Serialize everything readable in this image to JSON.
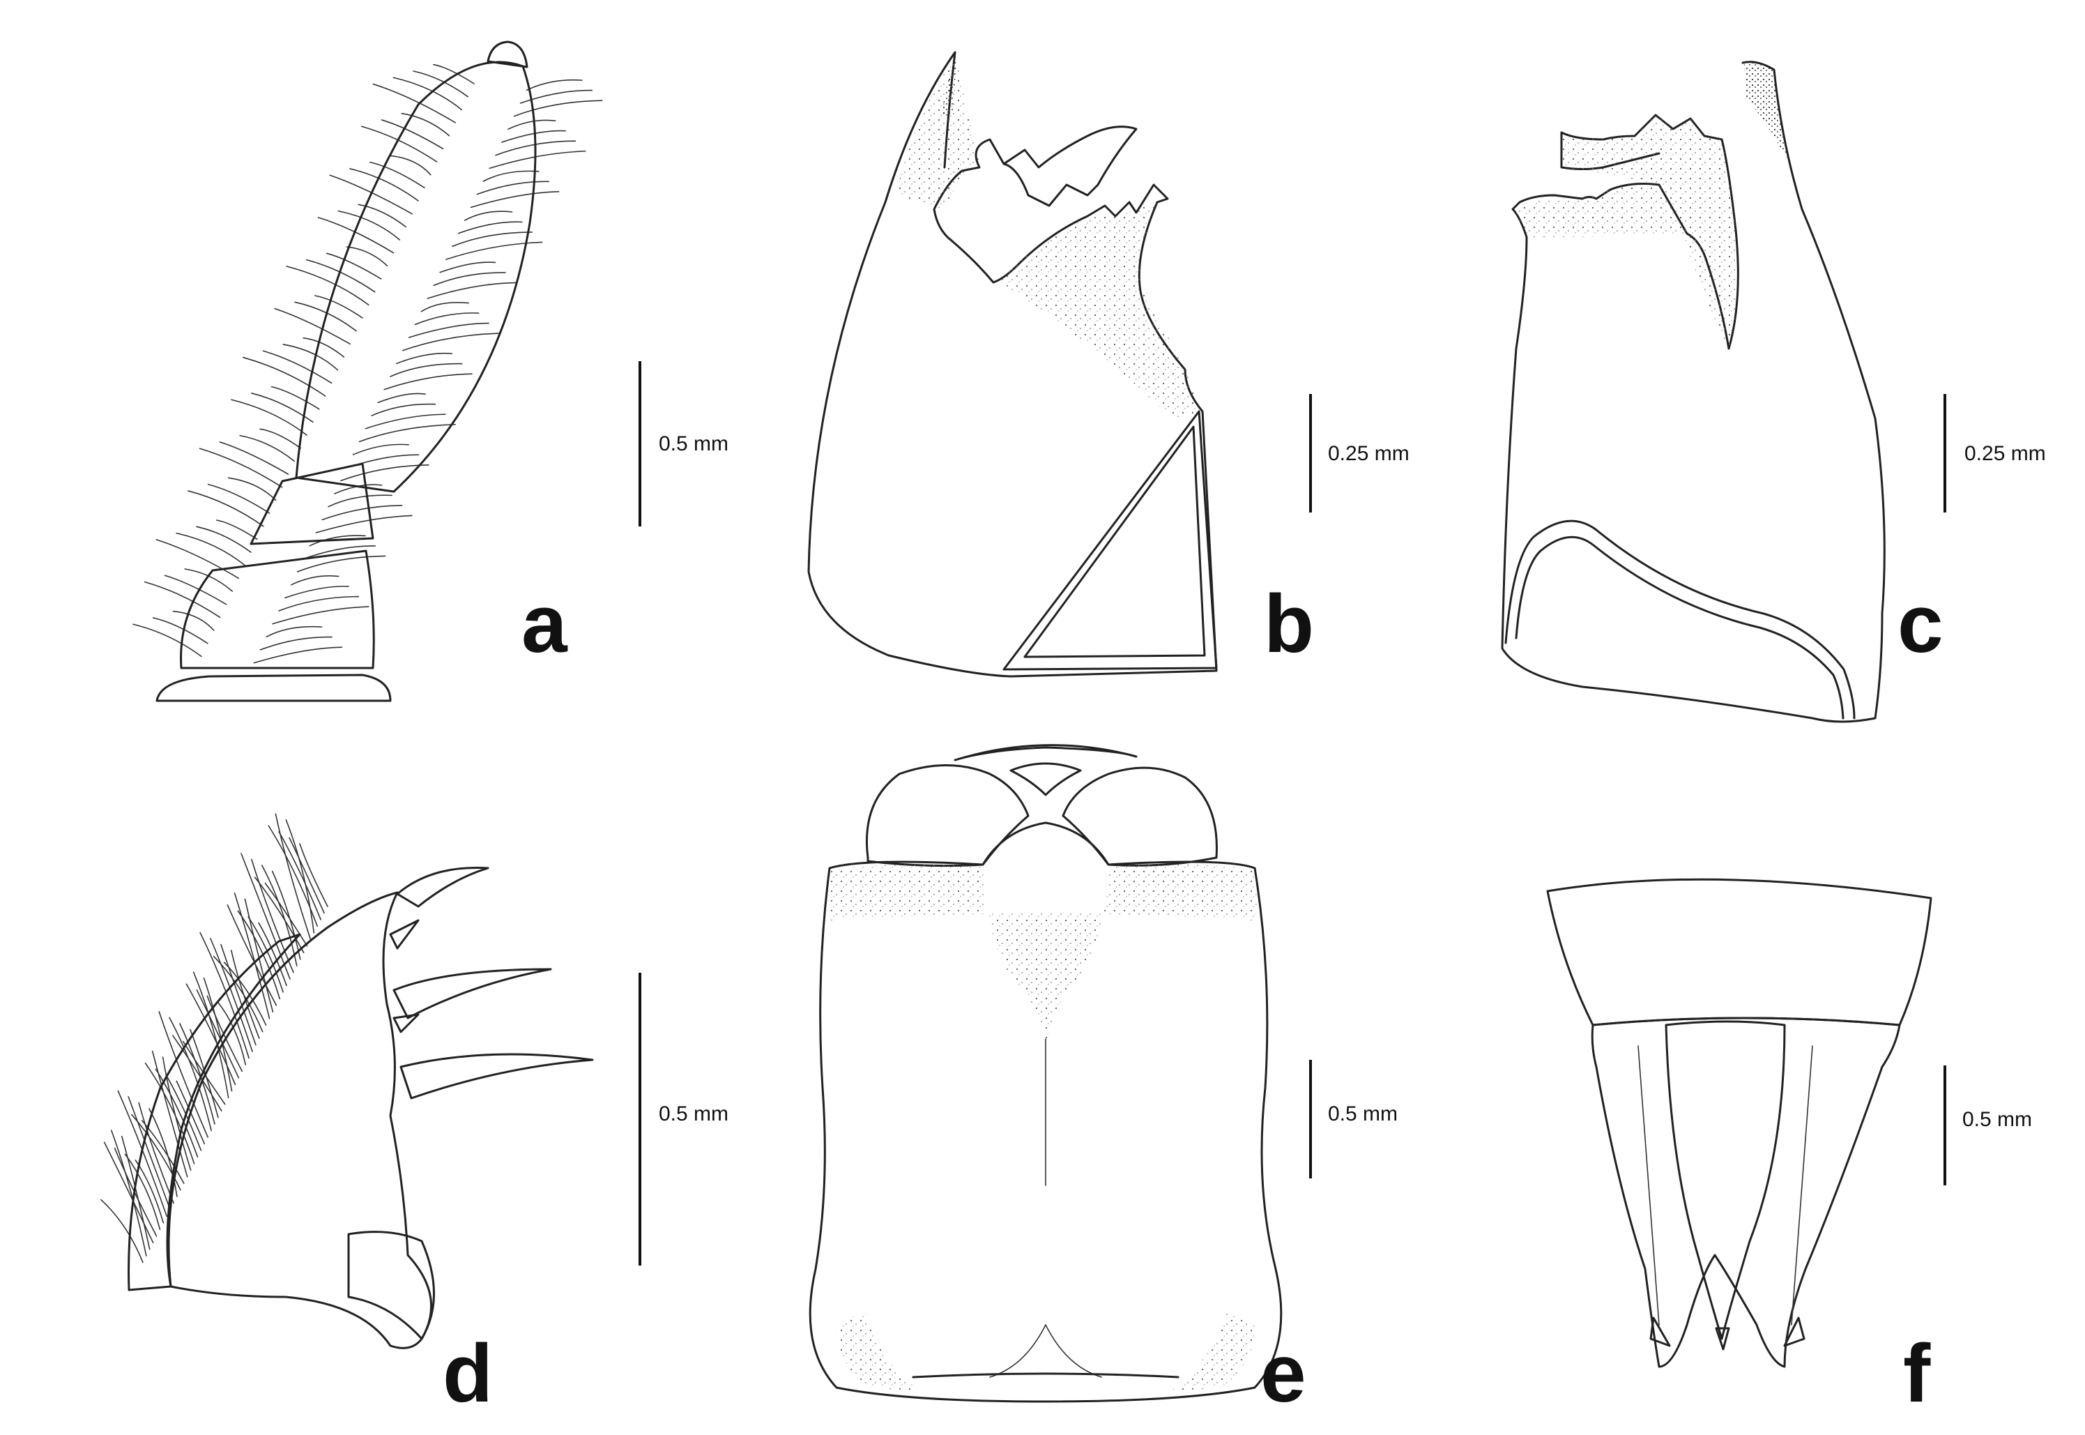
{
  "panels": [
    {
      "id": "a",
      "label": "a",
      "scale": "0.5 mm",
      "icon": "antenna-drawing"
    },
    {
      "id": "b",
      "label": "b",
      "scale": "0.25 mm",
      "icon": "mandible-drawing"
    },
    {
      "id": "c",
      "label": "c",
      "scale": "0.25 mm",
      "icon": "mandible-drawing"
    },
    {
      "id": "d",
      "label": "d",
      "scale": "0.5 mm",
      "icon": "maxilla-drawing"
    },
    {
      "id": "e",
      "label": "e",
      "scale": "0.5 mm",
      "icon": "labium-drawing"
    },
    {
      "id": "f",
      "label": "f",
      "scale": "0.5 mm",
      "icon": "abdominal-tip-drawing"
    }
  ]
}
